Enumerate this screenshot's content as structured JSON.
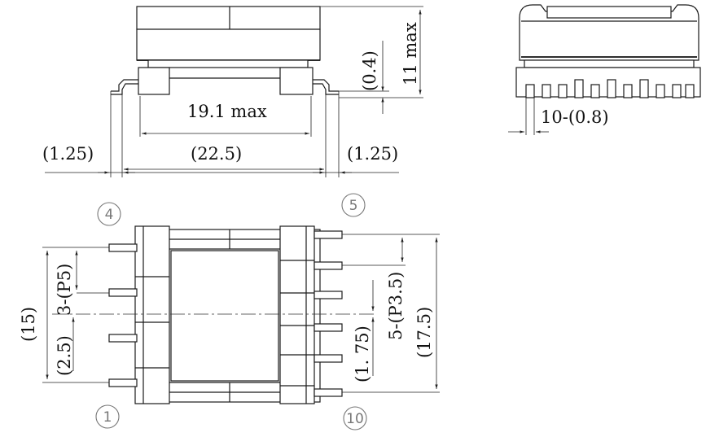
{
  "dimensions": {
    "width_max": "19.1 max",
    "pitch_total": "(22.5)",
    "lead_left": "(1.25)",
    "lead_right": "(1.25)",
    "standoff": "(0.4)",
    "height_max": "11 max",
    "pin_width": "10-(0.8)",
    "left_pitch": "3-(P5)",
    "left_offset": "(2.5)",
    "left_span": "(15)",
    "right_pitch": "5-(P3.5)",
    "right_offset": "(1. 75)",
    "right_span": "(17.5)"
  },
  "pins": {
    "pin4": "4",
    "pin5": "5",
    "pin1": "1",
    "pin10": "10"
  }
}
